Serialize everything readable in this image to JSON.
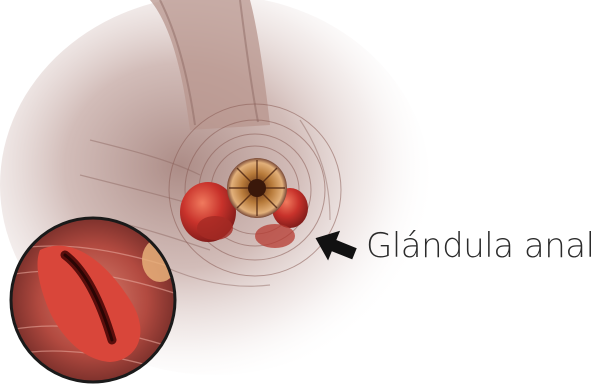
{
  "annotation": {
    "label": "Glándula anal",
    "arrow_icon": "arrow-left-icon",
    "text_color": "#2b2b2b"
  },
  "illustration": {
    "icon": "anatomy-illustration",
    "inset_icon": "zoom-inset-circle"
  },
  "colors": {
    "gland_red": "#c8322b",
    "skin_tone": "#b89a92",
    "inset_border": "#1a1a1a"
  }
}
